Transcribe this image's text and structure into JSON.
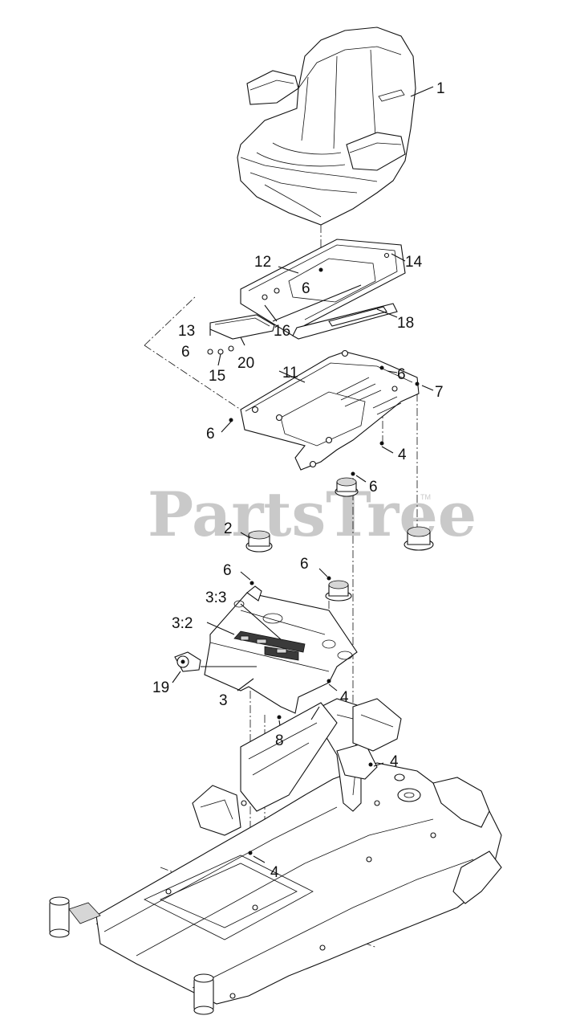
{
  "watermark": {
    "text": "PartsTree",
    "mark": "TM",
    "color": "#c9c9c9"
  },
  "callouts": [
    {
      "id": "c1",
      "label": "1"
    },
    {
      "id": "c12",
      "label": "12"
    },
    {
      "id": "c14",
      "label": "14"
    },
    {
      "id": "c6a",
      "label": "6"
    },
    {
      "id": "c16",
      "label": "16"
    },
    {
      "id": "c18",
      "label": "18"
    },
    {
      "id": "c13",
      "label": "13"
    },
    {
      "id": "c6b",
      "label": "6"
    },
    {
      "id": "c20",
      "label": "20"
    },
    {
      "id": "c15",
      "label": "15"
    },
    {
      "id": "c11",
      "label": "11"
    },
    {
      "id": "c6c",
      "label": "6"
    },
    {
      "id": "c7",
      "label": "7"
    },
    {
      "id": "c6d",
      "label": "6"
    },
    {
      "id": "c4a",
      "label": "4"
    },
    {
      "id": "c6e",
      "label": "6"
    },
    {
      "id": "c2",
      "label": "2"
    },
    {
      "id": "c6f",
      "label": "6"
    },
    {
      "id": "c6g",
      "label": "6"
    },
    {
      "id": "c33",
      "label": "3:3"
    },
    {
      "id": "c32",
      "label": "3:2"
    },
    {
      "id": "c19",
      "label": "19"
    },
    {
      "id": "c3",
      "label": "3"
    },
    {
      "id": "c4b",
      "label": "4"
    },
    {
      "id": "c8",
      "label": "8"
    },
    {
      "id": "c4c",
      "label": "4"
    },
    {
      "id": "c4d",
      "label": "4"
    }
  ],
  "parts": [
    {
      "id": "seat",
      "name": "seat"
    },
    {
      "id": "seat-plate",
      "name": "seat-plate"
    },
    {
      "id": "seat-slide-bracket",
      "name": "seat-slide-bracket"
    },
    {
      "id": "seat-base",
      "name": "seat-base"
    },
    {
      "id": "isolator-mount",
      "name": "isolator-mount"
    },
    {
      "id": "platform-panel",
      "name": "platform-panel"
    },
    {
      "id": "decal",
      "name": "decal"
    },
    {
      "id": "hour-meter-tag",
      "name": "hour-meter-tag"
    },
    {
      "id": "frame",
      "name": "frame"
    }
  ]
}
